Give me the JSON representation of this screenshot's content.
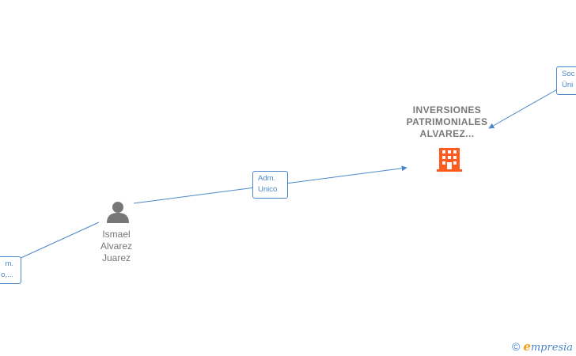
{
  "company": {
    "lines": [
      "INVERSIONES",
      "PATRIMONIALES",
      "ALVAREZ..."
    ],
    "icon": "building-icon",
    "color": "#ff5a1f"
  },
  "person": {
    "lines": [
      "Ismael",
      "Alvarez",
      "Juarez"
    ],
    "icon": "person-icon",
    "color": "#777777"
  },
  "edges": {
    "adm_unico": [
      "Adm.",
      "Unico"
    ],
    "left_partial": [
      "m.",
      "o,..."
    ],
    "right_partial": [
      "Soc",
      "Úni"
    ]
  },
  "colors": {
    "edge": "#4a87c8",
    "label": "#777777"
  },
  "footer": {
    "copyright": "©",
    "brand_first": "e",
    "brand_rest": "mpresia"
  }
}
